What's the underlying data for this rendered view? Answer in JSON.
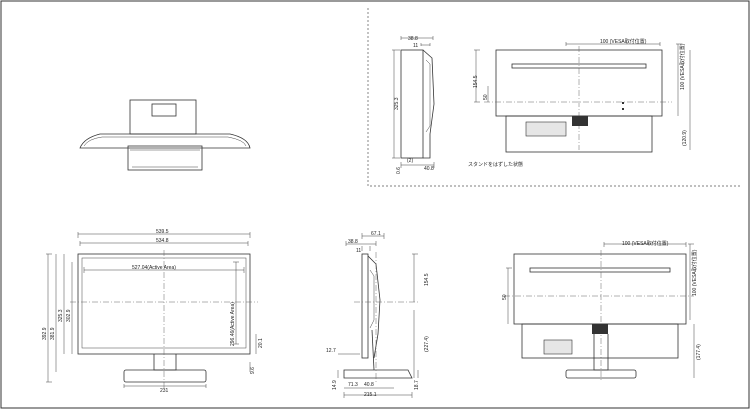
{
  "top_right": {
    "side": {
      "d_top": "38.8",
      "d_mid": "11",
      "d_height": "325.3",
      "d_base1": "(2)",
      "d_base2": "0.6",
      "d_base3": "40.8"
    },
    "rear": {
      "vesa_h": "100 (VESA取付位置)",
      "vesa_v": "100 (VESA取付位置)",
      "d_left1": "154.5",
      "d_left2": "50",
      "d_right": "(120.9)"
    },
    "caption": "スタンドをはずした状態"
  },
  "front": {
    "d_width1": "539.5",
    "d_width2": "534.8",
    "active_w": "527.04(Active Area)",
    "active_h": "296.46(Active Area)",
    "d_h1": "392.9",
    "d_h2": "381.9",
    "d_h3": "325.3",
    "d_h4": "302.9",
    "d_right1": "20.1",
    "d_right2": "9.6",
    "d_base": "231"
  },
  "side_bottom": {
    "d_top1": "67.1",
    "d_top2": "38.8",
    "d_top3": "11",
    "d_h1": "154.5",
    "d_h2": "(227.4)",
    "d_left1": "12.7",
    "d_left2": "14.9",
    "d_base1": "71.3",
    "d_base2": "40.8",
    "d_base3": "215.1",
    "d_right": "18.7"
  },
  "rear_bottom": {
    "vesa_h": "100 (VESA取付位置)",
    "vesa_v": "100 (VESA取付位置)",
    "d_left": "50",
    "d_right": "(177.4)"
  }
}
